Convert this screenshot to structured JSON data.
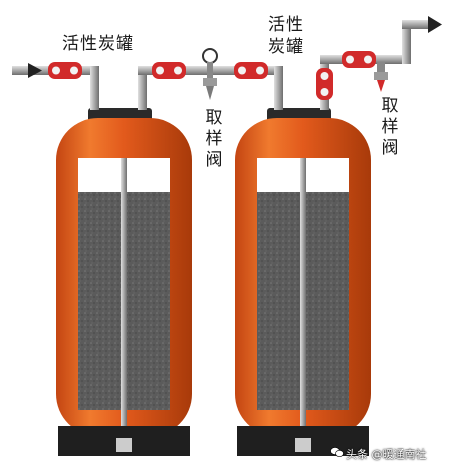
{
  "labels": {
    "tank1": "活性炭罐",
    "tank2": "活性炭罐",
    "valve1": "取样阀",
    "valve2": "取样阀"
  },
  "watermark": {
    "text": "头条 @暖通南社",
    "icon": "wechat-icon"
  },
  "colors": {
    "tank_orange": "#e25a1c",
    "tank_shadow": "#b8420c",
    "carbon": "#5b5b5b",
    "pipe": "#a8a8a8",
    "valve_red": "#d12a2a",
    "base": "#222222"
  }
}
